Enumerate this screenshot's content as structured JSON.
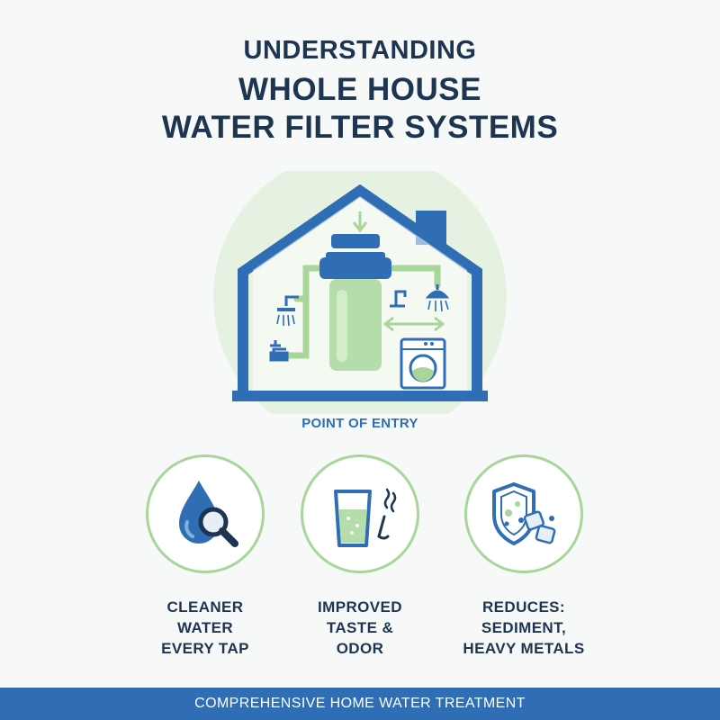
{
  "title": {
    "line1": "UNDERSTANDING",
    "line2": "WHOLE HOUSE",
    "line3": "WATER FILTER SYSTEMS"
  },
  "diagram": {
    "entry_label": "POINT OF ENTRY"
  },
  "benefits": [
    {
      "icon": "water-drop-magnifier-icon",
      "lines": [
        "CLEANER",
        "WATER",
        "EVERY TAP"
      ]
    },
    {
      "icon": "glass-and-nose-icon",
      "lines": [
        "IMPROVED",
        "TASTE &",
        "ODOR"
      ]
    },
    {
      "icon": "shield-sediment-icon",
      "lines": [
        "REDUCES:",
        "SEDIMENT,",
        "HEAVY METALS"
      ]
    }
  ],
  "footer": {
    "text": "COMPREHENSIVE HOME WATER TREATMENT"
  },
  "colors": {
    "navy": "#1d3550",
    "blue": "#2f6db5",
    "green": "#a8d59a",
    "light_green": "#e6f2e1",
    "background": "#f7f9f8"
  }
}
